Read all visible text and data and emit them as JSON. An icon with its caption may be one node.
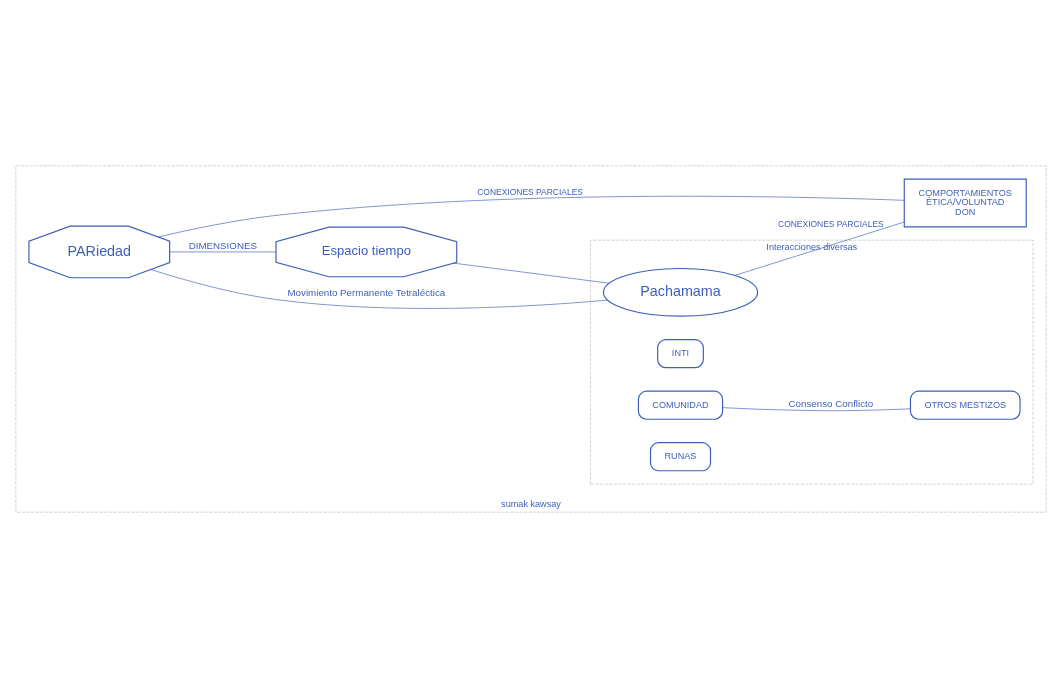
{
  "diagram": {
    "nodes": [
      {
        "text": [
          "sumak kawsay"
        ]
      },
      {
        "text": [
          "Interacciones diversas"
        ],
        "in": 0
      },
      {
        "text": [
          "PARiedad"
        ],
        "in": 0
      },
      {
        "text": [
          "Pachamama"
        ],
        "in": 1
      },
      {
        "text": [
          "INTI"
        ],
        "in": 1
      },
      {
        "text": [
          "COMUNIDAD"
        ],
        "in": 1
      },
      {
        "text": [
          "RUNAS"
        ],
        "in": 1
      },
      {
        "text": [
          "Espacio tiempo"
        ],
        "in": 0
      },
      {
        "text": [
          "COMPORTAMIENTOS",
          "ÉTICA/VOLUNTAD",
          "DON"
        ],
        "in": 0
      },
      {
        "text": [
          "OTROS MESTIZOS"
        ],
        "in": 1
      }
    ],
    "edges": [
      {
        "from": 2,
        "to": 3,
        "arrow": "none",
        "label": "Movimiento Permanente Tetraléctica"
      },
      {
        "from": 2,
        "to": 7,
        "arrow": "none",
        "label": "DIMENSIONES"
      },
      {
        "from": 2,
        "to": 8,
        "arrow": "none",
        "label": "CONEXIONES PARCIALES"
      },
      {
        "from": 3,
        "to": 8,
        "arrow": "none",
        "label": "CONEXIONES PARCIALES"
      },
      {
        "from": 7,
        "to": 3,
        "arrow": "none"
      },
      {
        "from": 5,
        "to": 9,
        "arrow": "none",
        "label": "Consenso Conflicto"
      }
    ]
  }
}
